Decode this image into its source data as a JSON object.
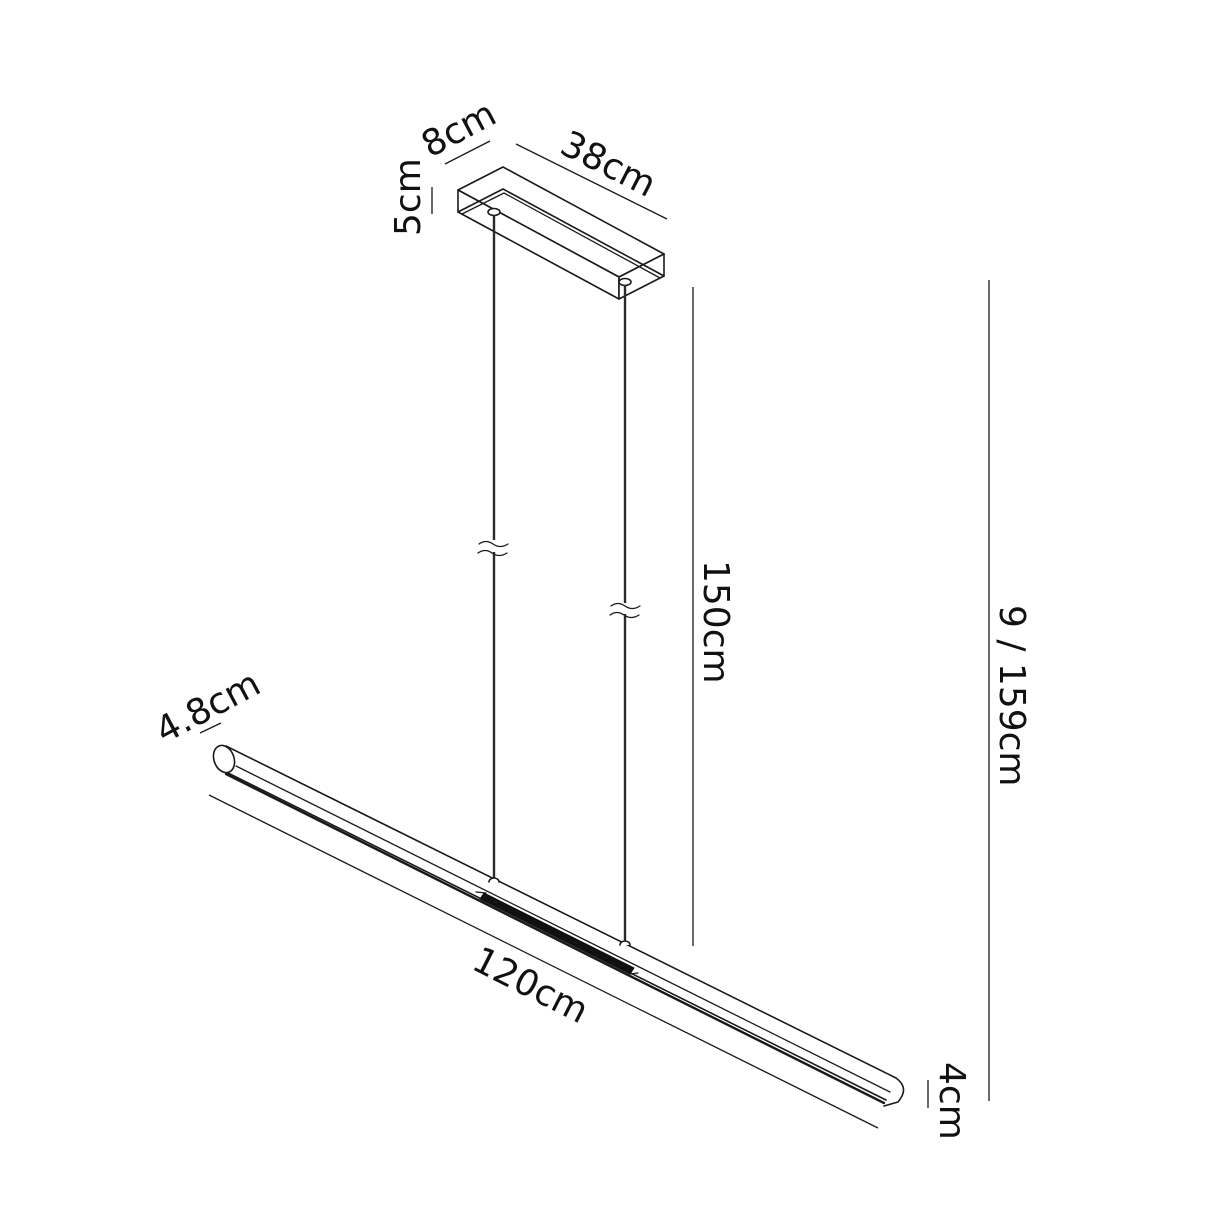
{
  "drawing": {
    "title": "Linear pendant dimension drawing",
    "colors": {
      "line": "#1a1a1a",
      "background": "#ffffff",
      "diffuser": "#111111"
    }
  },
  "dimensions": {
    "canopy_depth": "8cm",
    "canopy_length": "38cm",
    "canopy_height": "5cm",
    "suspension_length": "150cm",
    "overall_height": "9 / 159cm",
    "bar_width": "4.8cm",
    "bar_length": "120cm",
    "bar_height": "4cm"
  }
}
